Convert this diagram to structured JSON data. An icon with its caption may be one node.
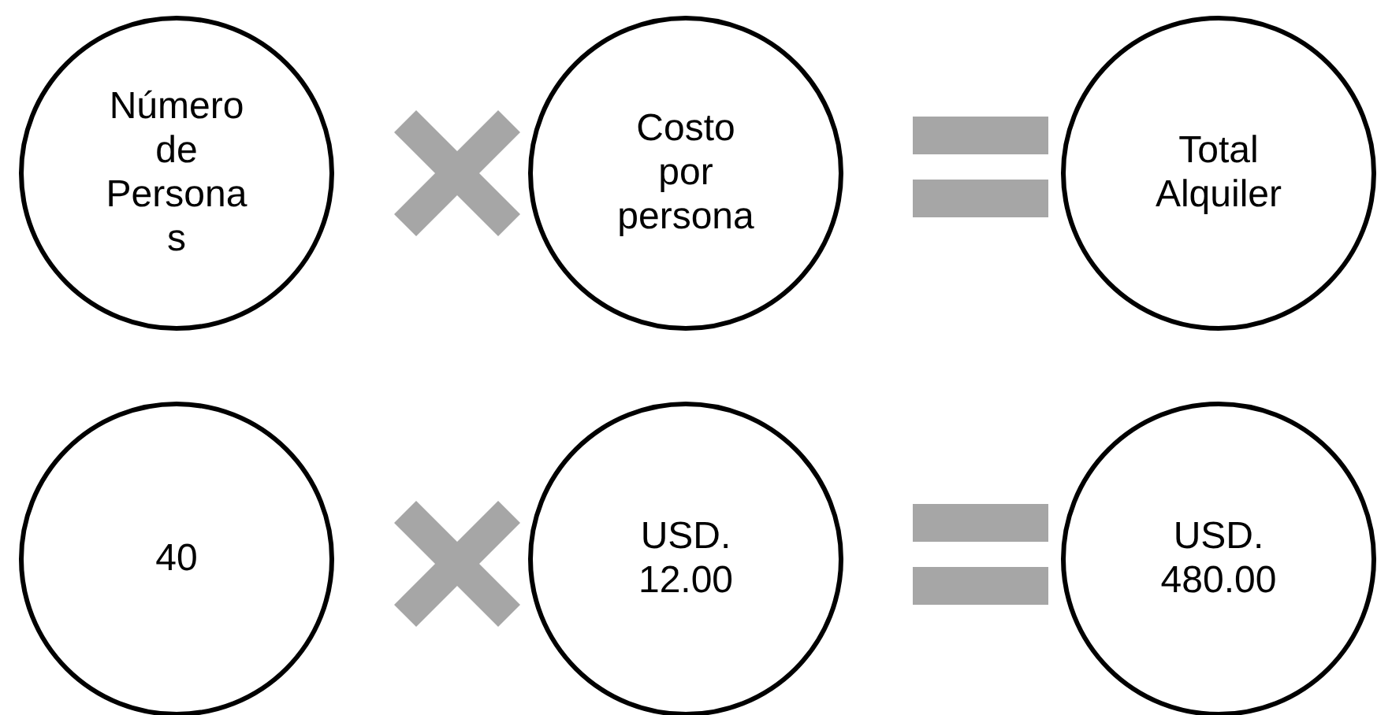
{
  "diagram": {
    "nodes": [
      {
        "text": [
          "Número de Personas"
        ]
      },
      {
        "text": [
          "Costo por persona"
        ]
      },
      {
        "text": [
          "Total Alquiler"
        ]
      },
      {
        "text": [
          "40"
        ]
      },
      {
        "text": [
          "USD. 12.00"
        ]
      },
      {
        "text": [
          "USD. 480.00"
        ]
      }
    ]
  }
}
